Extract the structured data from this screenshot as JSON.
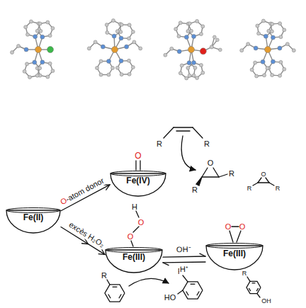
{
  "diagram": {
    "nodes": [
      {
        "text": [
          "Fe(II)"
        ]
      },
      {
        "text": [
          "Fe(IV)"
        ]
      },
      {
        "text": [
          "Fe(III)"
        ]
      },
      {
        "text": [
          "Fe(III)"
        ]
      }
    ],
    "edges": [
      {
        "from": 0,
        "to": 1,
        "arrow": "to",
        "label": "O-atom donor"
      },
      {
        "from": 0,
        "to": 2,
        "arrow": "to",
        "label": "excès H₂O₂"
      },
      {
        "from": 2,
        "to": 3,
        "arrow": "to",
        "label": "OH⁻"
      },
      {
        "from": 3,
        "to": 2,
        "arrow": "to",
        "label": "H⁺"
      }
    ],
    "labels": [
      "O",
      "H",
      "O",
      "O",
      "O",
      "O",
      "R",
      "R",
      "O",
      "R",
      "R",
      "O",
      "R",
      "R",
      "R",
      "R",
      "HO",
      "R",
      "OH"
    ]
  }
}
